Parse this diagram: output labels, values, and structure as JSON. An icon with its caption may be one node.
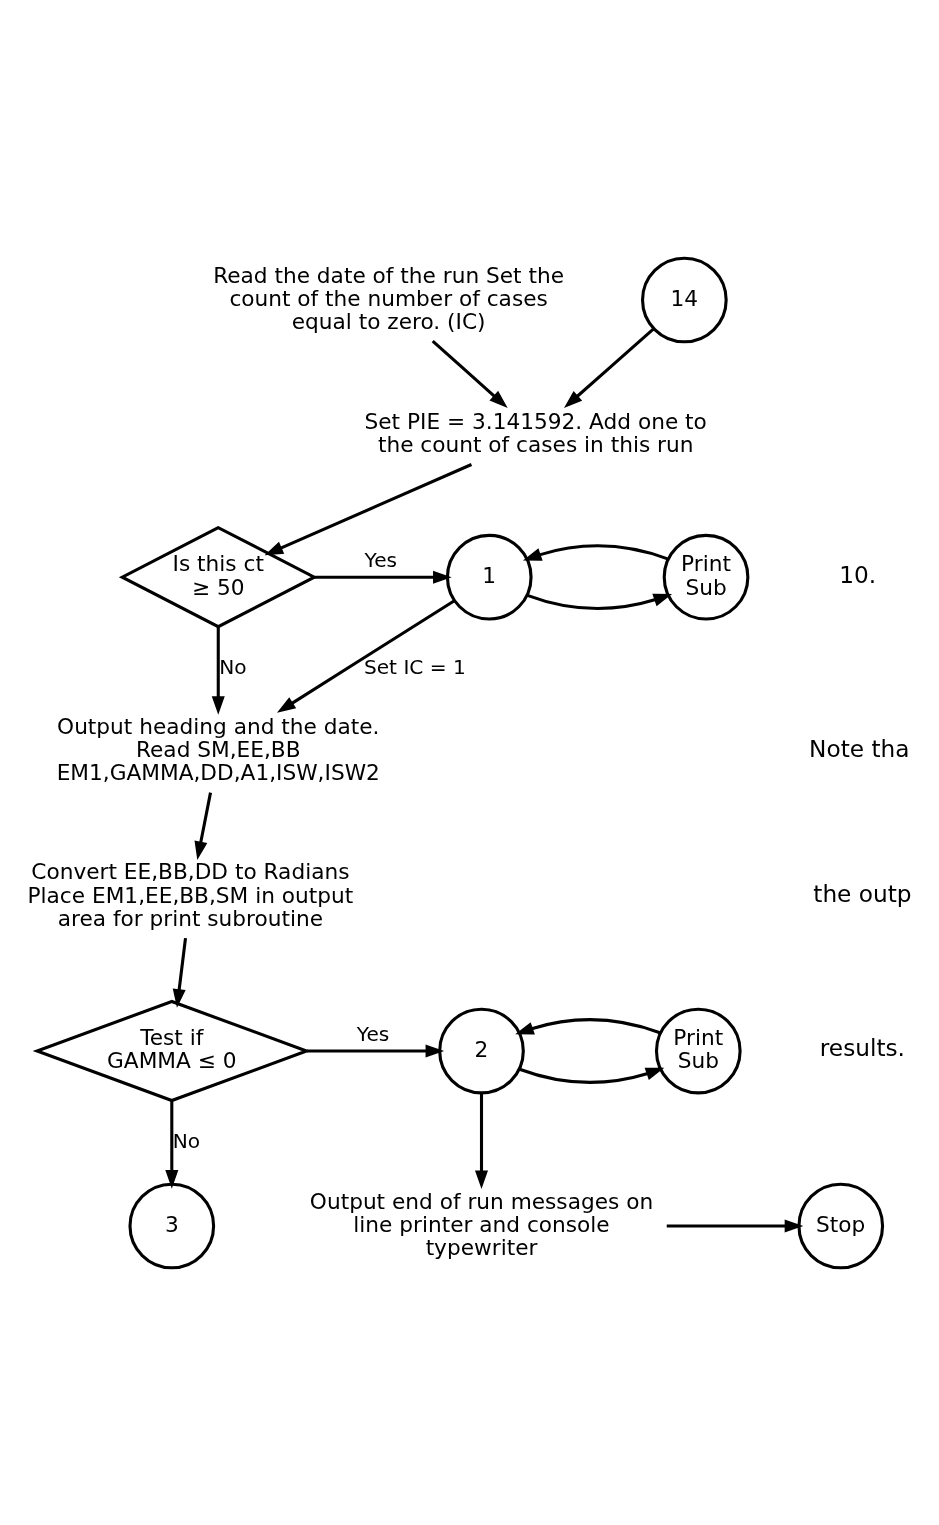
{
  "diagram": {
    "nodes": [
      {
        "text": [
          "Read the date of the run Set the count of the number of cases equal to zero. (IC)"
        ]
      },
      {
        "text": [
          "14"
        ]
      },
      {
        "text": [
          "Set PIE = 3.141592. Add one to the count of cases in this run"
        ]
      },
      {
        "text": [
          "Is this ct ≥ 50"
        ]
      },
      {
        "text": [
          "Print Sub"
        ]
      },
      {
        "text": [
          "1"
        ]
      },
      {
        "text": [
          "Output heading and the date. Read SM,EE,BB EM1,GAMMA,DD,A1,ISW,ISW2"
        ]
      },
      {
        "text": [
          "Convert EE,BB,DD to Radians Place EM1,EE,BB,SM in output area for print subroutine"
        ]
      },
      {
        "text": [
          "Test if GAMMA ≤ 0"
        ]
      },
      {
        "text": [
          "Print Sub"
        ]
      },
      {
        "text": [
          "2"
        ]
      },
      {
        "text": [
          "3"
        ]
      },
      {
        "text": [
          "Output end of run messages on line printer and console typewriter"
        ]
      },
      {
        "text": [
          "Stop"
        ]
      }
    ],
    "edges": [
      {
        "from": 0,
        "to": 2,
        "arrow": "to"
      },
      {
        "from": 1,
        "to": 2,
        "arrow": "to"
      },
      {
        "from": 2,
        "to": 3,
        "arrow": "to"
      },
      {
        "from": 3,
        "to": 5,
        "arrow": "to",
        "label": "Yes"
      },
      {
        "from": 3,
        "to": 6,
        "arrow": "to",
        "label": "No"
      },
      {
        "from": 5,
        "to": 4,
        "arrow": "to"
      },
      {
        "from": 4,
        "to": 5,
        "arrow": "to"
      },
      {
        "from": 5,
        "to": 6,
        "arrow": "to",
        "label": "Set IC = 1"
      },
      {
        "from": 6,
        "to": 7,
        "arrow": "to"
      },
      {
        "from": 7,
        "to": 8,
        "arrow": "to"
      },
      {
        "from": 8,
        "to": 10,
        "arrow": "to",
        "label": "Yes"
      },
      {
        "from": 8,
        "to": 11,
        "arrow": "to",
        "label": "No"
      },
      {
        "from": 10,
        "to": 9,
        "arrow": "to"
      },
      {
        "from": 9,
        "to": 10,
        "arrow": "to"
      },
      {
        "from": 10,
        "to": 12,
        "arrow": "to"
      },
      {
        "from": 12,
        "to": 13,
        "arrow": "to"
      }
    ],
    "labels": [
      "10.",
      "Note tha",
      "the outp",
      "results."
    ]
  }
}
